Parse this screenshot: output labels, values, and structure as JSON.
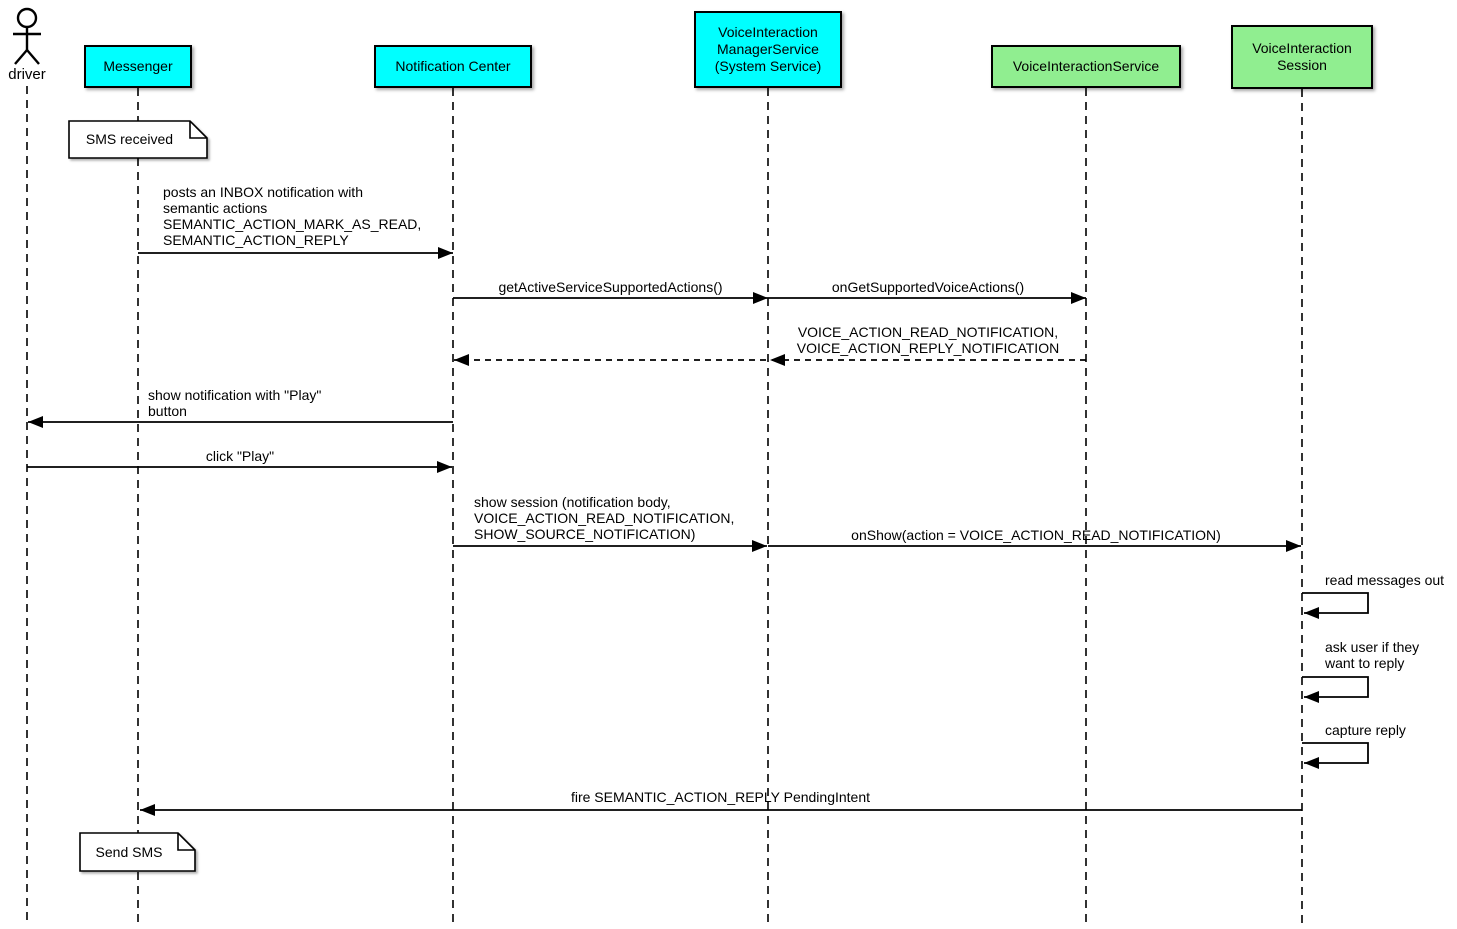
{
  "colors": {
    "system_participant": "#00ffff",
    "service_participant": "#90ee90",
    "note_fill": "#ffffff",
    "line": "#000000",
    "background": "#ffffff"
  },
  "actor": {
    "label": "driver"
  },
  "participants": [
    {
      "id": "messenger",
      "label": "Messenger",
      "type": "system"
    },
    {
      "id": "notification-center",
      "label": "Notification Center",
      "type": "system"
    },
    {
      "id": "voice-interaction-manager-service",
      "label": "VoiceInteraction\nManagerService\n(System Service)",
      "type": "system"
    },
    {
      "id": "voice-interaction-service",
      "label": "VoiceInteractionService",
      "type": "service"
    },
    {
      "id": "voice-interaction-session",
      "label": "VoiceInteraction\nSession",
      "type": "service"
    }
  ],
  "notes": [
    {
      "label": "SMS received",
      "attached_to": "Messenger"
    },
    {
      "label": "Send SMS",
      "attached_to": "Messenger"
    }
  ],
  "messages": [
    {
      "label": "posts an INBOX notification with\nsemantic actions\nSEMANTIC_ACTION_MARK_AS_READ,\nSEMANTIC_ACTION_REPLY",
      "from": "Messenger",
      "to": "Notification Center",
      "style": "solid"
    },
    {
      "label": "getActiveServiceSupportedActions()",
      "from": "Notification Center",
      "to": "VoiceInteractionManagerService",
      "style": "solid"
    },
    {
      "label": "onGetSupportedVoiceActions()",
      "from": "VoiceInteractionManagerService",
      "to": "VoiceInteractionService",
      "style": "solid"
    },
    {
      "label": "VOICE_ACTION_READ_NOTIFICATION,\nVOICE_ACTION_REPLY_NOTIFICATION",
      "from": "VoiceInteractionService",
      "to": "Notification Center",
      "style": "dashed-return"
    },
    {
      "label": "show notification with \"Play\"\nbutton",
      "from": "Notification Center",
      "to": "driver",
      "style": "solid"
    },
    {
      "label": "click \"Play\"",
      "from": "driver",
      "to": "Notification Center",
      "style": "solid"
    },
    {
      "label": "show session (notification body,\nVOICE_ACTION_READ_NOTIFICATION,\nSHOW_SOURCE_NOTIFICATION)",
      "from": "Notification Center",
      "to": "VoiceInteractionManagerService",
      "style": "solid"
    },
    {
      "label": "onShow(action = VOICE_ACTION_READ_NOTIFICATION)",
      "from": "VoiceInteractionManagerService",
      "to": "VoiceInteractionSession",
      "style": "solid"
    },
    {
      "label": "read messages out",
      "from": "VoiceInteractionSession",
      "to": "VoiceInteractionSession",
      "style": "self"
    },
    {
      "label": "ask user if they\nwant to reply",
      "from": "VoiceInteractionSession",
      "to": "VoiceInteractionSession",
      "style": "self"
    },
    {
      "label": "capture reply",
      "from": "VoiceInteractionSession",
      "to": "VoiceInteractionSession",
      "style": "self"
    },
    {
      "label": "fire SEMANTIC_ACTION_REPLY PendingIntent",
      "from": "VoiceInteractionSession",
      "to": "Messenger",
      "style": "solid"
    }
  ]
}
